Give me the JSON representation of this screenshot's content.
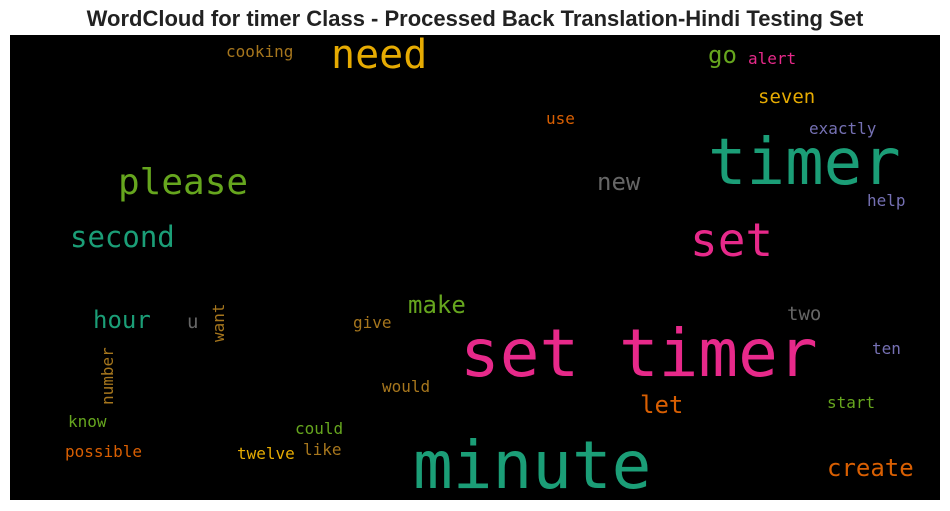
{
  "title": "WordCloud for timer Class - Processed Back Translation-Hindi Testing Set",
  "colors": {
    "background": "#000000",
    "pink": "#e7298a",
    "teal": "#1b9e77",
    "orange": "#d95f02",
    "gold": "#e6ab02",
    "green": "#66a61e",
    "purple": "#7570b3",
    "brown": "#a6761d",
    "gray": "#666666"
  },
  "words": {
    "set_timer": "set timer",
    "minute": "minute",
    "timer": "timer",
    "set": "set",
    "need": "need",
    "please": "please",
    "second": "second",
    "new": "new",
    "hour": "hour",
    "make": "make",
    "create": "create",
    "let": "let",
    "go": "go",
    "seven": "seven",
    "two": "two",
    "alert": "alert",
    "cooking": "cooking",
    "use": "use",
    "exactly": "exactly",
    "help": "help",
    "u": "u",
    "want": "want",
    "give": "give",
    "number": "number",
    "ten": "ten",
    "would": "would",
    "start": "start",
    "know": "know",
    "could": "could",
    "possible": "possible",
    "twelve": "twelve",
    "like": "like"
  }
}
